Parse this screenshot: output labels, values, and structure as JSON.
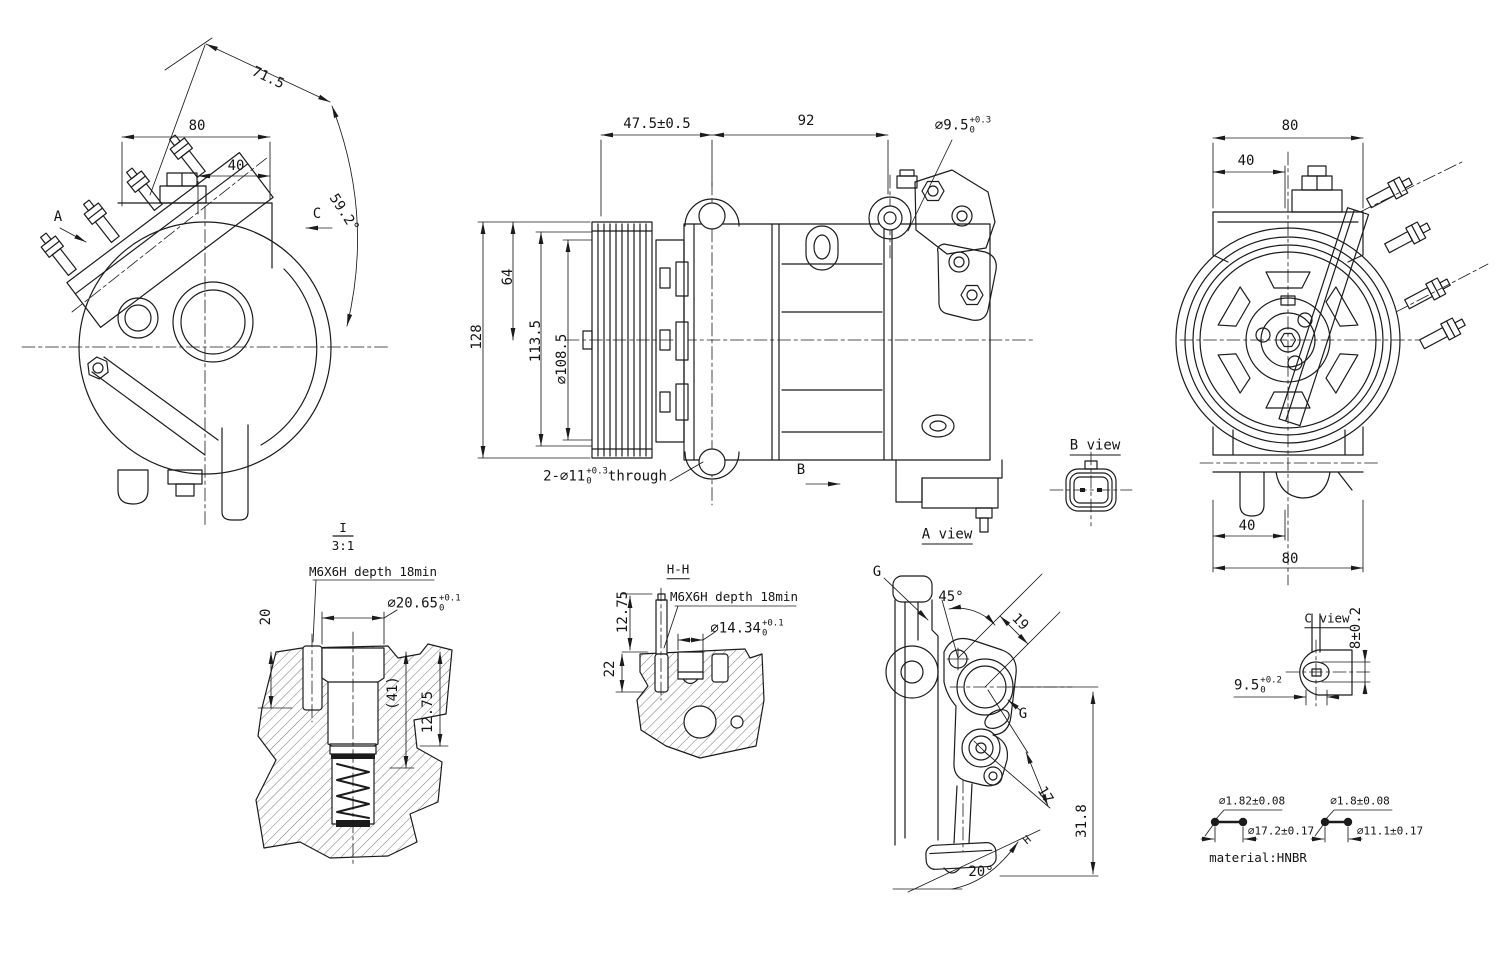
{
  "sheet": {
    "background": "#ffffff",
    "ink": "#1b1b1b",
    "subject": "compressor technical drawing"
  },
  "views": {
    "rear": {
      "dim_71_5": "71.5",
      "dim_80": "80",
      "dim_40": "40",
      "label_a": "A",
      "label_c": "C",
      "angle_59_2": "59.2°"
    },
    "side": {
      "dim_47_5": "47.5±0.5",
      "dim_92": "92",
      "dia_9_5": {
        "main": "⌀9.5",
        "tol_up": "+0.3",
        "tol_dn": "0"
      },
      "dim_128": "128",
      "dim_64": "64",
      "dim_113_5": "113.5",
      "dia_108_5": "⌀108.5",
      "note_through": {
        "main": "2-⌀11",
        "tol_up": "+0.3",
        "tol_dn": "0",
        "suffix": "through"
      },
      "label_b": "B",
      "label_a_view": "A view"
    },
    "b_view": {
      "label": "B view"
    },
    "front": {
      "dim_top_80": "80",
      "dim_top_40": "40",
      "dim_bot_40": "40",
      "dim_bot_80": "80"
    },
    "detail_i": {
      "id": "I",
      "scale": "3:1",
      "thread": "M6X6H depth 18min",
      "dia": {
        "main": "⌀20.65",
        "tol_up": "+0.1",
        "tol_dn": "0"
      },
      "dim_20": "20",
      "dim_41": "(41)",
      "dim_12_75": "12.75"
    },
    "section_hh": {
      "id": "H-H",
      "thread": "M6X6H depth 18min",
      "dia": {
        "main": "⌀14.34",
        "tol_up": "+0.1",
        "tol_dn": "0"
      },
      "dim_12_75": "12.75",
      "dim_22": "22"
    },
    "section_g": {
      "label_g_top": "G",
      "label_g_mid": "G",
      "label_h": "H",
      "angle_45": "45°",
      "dim_19": "19",
      "dim_17": "17",
      "dim_31_8": "31.8",
      "angle_20": "20°"
    },
    "c_view": {
      "label": "C view",
      "dim_8": "8±0.2",
      "dim_9_5": {
        "main": "9.5",
        "tol_up": "+0.2",
        "tol_dn": "0"
      }
    },
    "orings": {
      "o1_cs": "⌀1.82±0.08",
      "o1_id": "⌀17.2±0.17",
      "o2_cs": "⌀1.8±0.08",
      "o2_id": "⌀11.1±0.17",
      "material": "material:HNBR"
    }
  }
}
